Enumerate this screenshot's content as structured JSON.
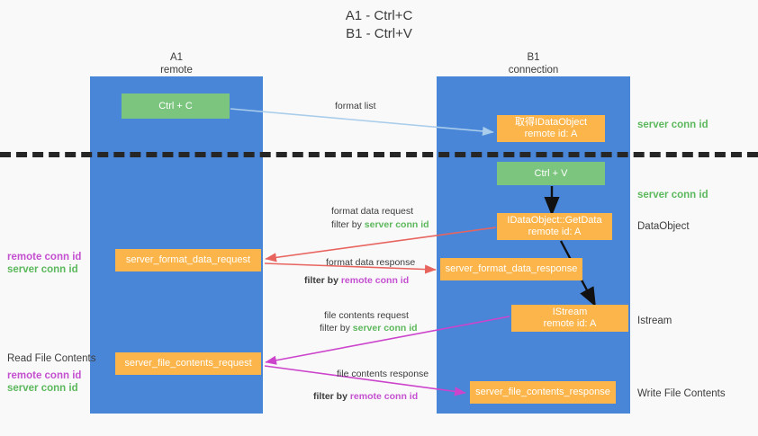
{
  "title": {
    "line1": "A1 - Ctrl+C",
    "line2": "B1 - Ctrl+V"
  },
  "columns": {
    "a1": {
      "name": "A1",
      "sub": "remote"
    },
    "b1": {
      "name": "B1",
      "sub": "connection"
    }
  },
  "nodes": {
    "ctrl_c": {
      "label": "Ctrl + C",
      "color": "#7cc57f"
    },
    "idataobject": {
      "line1": "取得IDataObject",
      "line2": "remote id: A",
      "color": "#fbb54a"
    },
    "ctrl_v": {
      "label": "Ctrl + V",
      "color": "#7cc57f"
    },
    "getdata": {
      "line1": "IDataObject::GetData",
      "line2": "remote id: A",
      "color": "#fbb54a"
    },
    "server_format_data_request": {
      "label": "server_format_data_request",
      "color": "#fbb54a"
    },
    "server_format_data_response": {
      "label": "server_format_data_response",
      "color": "#fbb54a"
    },
    "istream": {
      "line1": "IStream",
      "line2": "remote id: A",
      "color": "#fbb54a"
    },
    "server_file_contents_request": {
      "label": "server_file_contents_request",
      "color": "#fbb54a"
    },
    "server_file_contents_response": {
      "label": "server_file_contents_response",
      "color": "#fbb54a"
    }
  },
  "edge_labels": {
    "format_list": "format list",
    "format_data_request": "format data request",
    "format_data_request_filter_prefix": "filter by ",
    "format_data_request_filter_value": "server conn id",
    "format_data_response": "format data response",
    "format_data_response_filter_prefix": "filter by ",
    "format_data_response_filter_value": "remote conn id",
    "file_contents_request": "file contents request",
    "file_contents_request_filter_prefix": "filter by ",
    "file_contents_request_filter_value": "server conn id",
    "file_contents_response": "file contents response",
    "file_contents_response_filter_prefix": "filter by ",
    "file_contents_response_filter_value": "remote conn id"
  },
  "right_labels": {
    "server_conn_id_1": "server conn id",
    "server_conn_id_2": "server conn id",
    "dataobject": "DataObject",
    "istream": "Istream",
    "write_file_contents": "Write File Contents"
  },
  "left_labels": {
    "read_file_contents": "Read File Contents",
    "remote_conn_id_1": "remote conn id",
    "server_conn_id_1": "server conn id",
    "remote_conn_id_2": "remote conn id",
    "server_conn_id_2": "server conn id"
  },
  "colors": {
    "column_blue": "#4a86d8",
    "node_green": "#7cc57f",
    "node_orange": "#fbb54a",
    "green_text": "#5cb85c",
    "purple_text": "#c44fd0",
    "arrow_lightblue": "#a9cdeb",
    "arrow_red": "#e8645f",
    "arrow_magenta": "#cc44cc",
    "arrow_black": "#111111",
    "background": "#f9f9f9",
    "divider": "#262626"
  }
}
